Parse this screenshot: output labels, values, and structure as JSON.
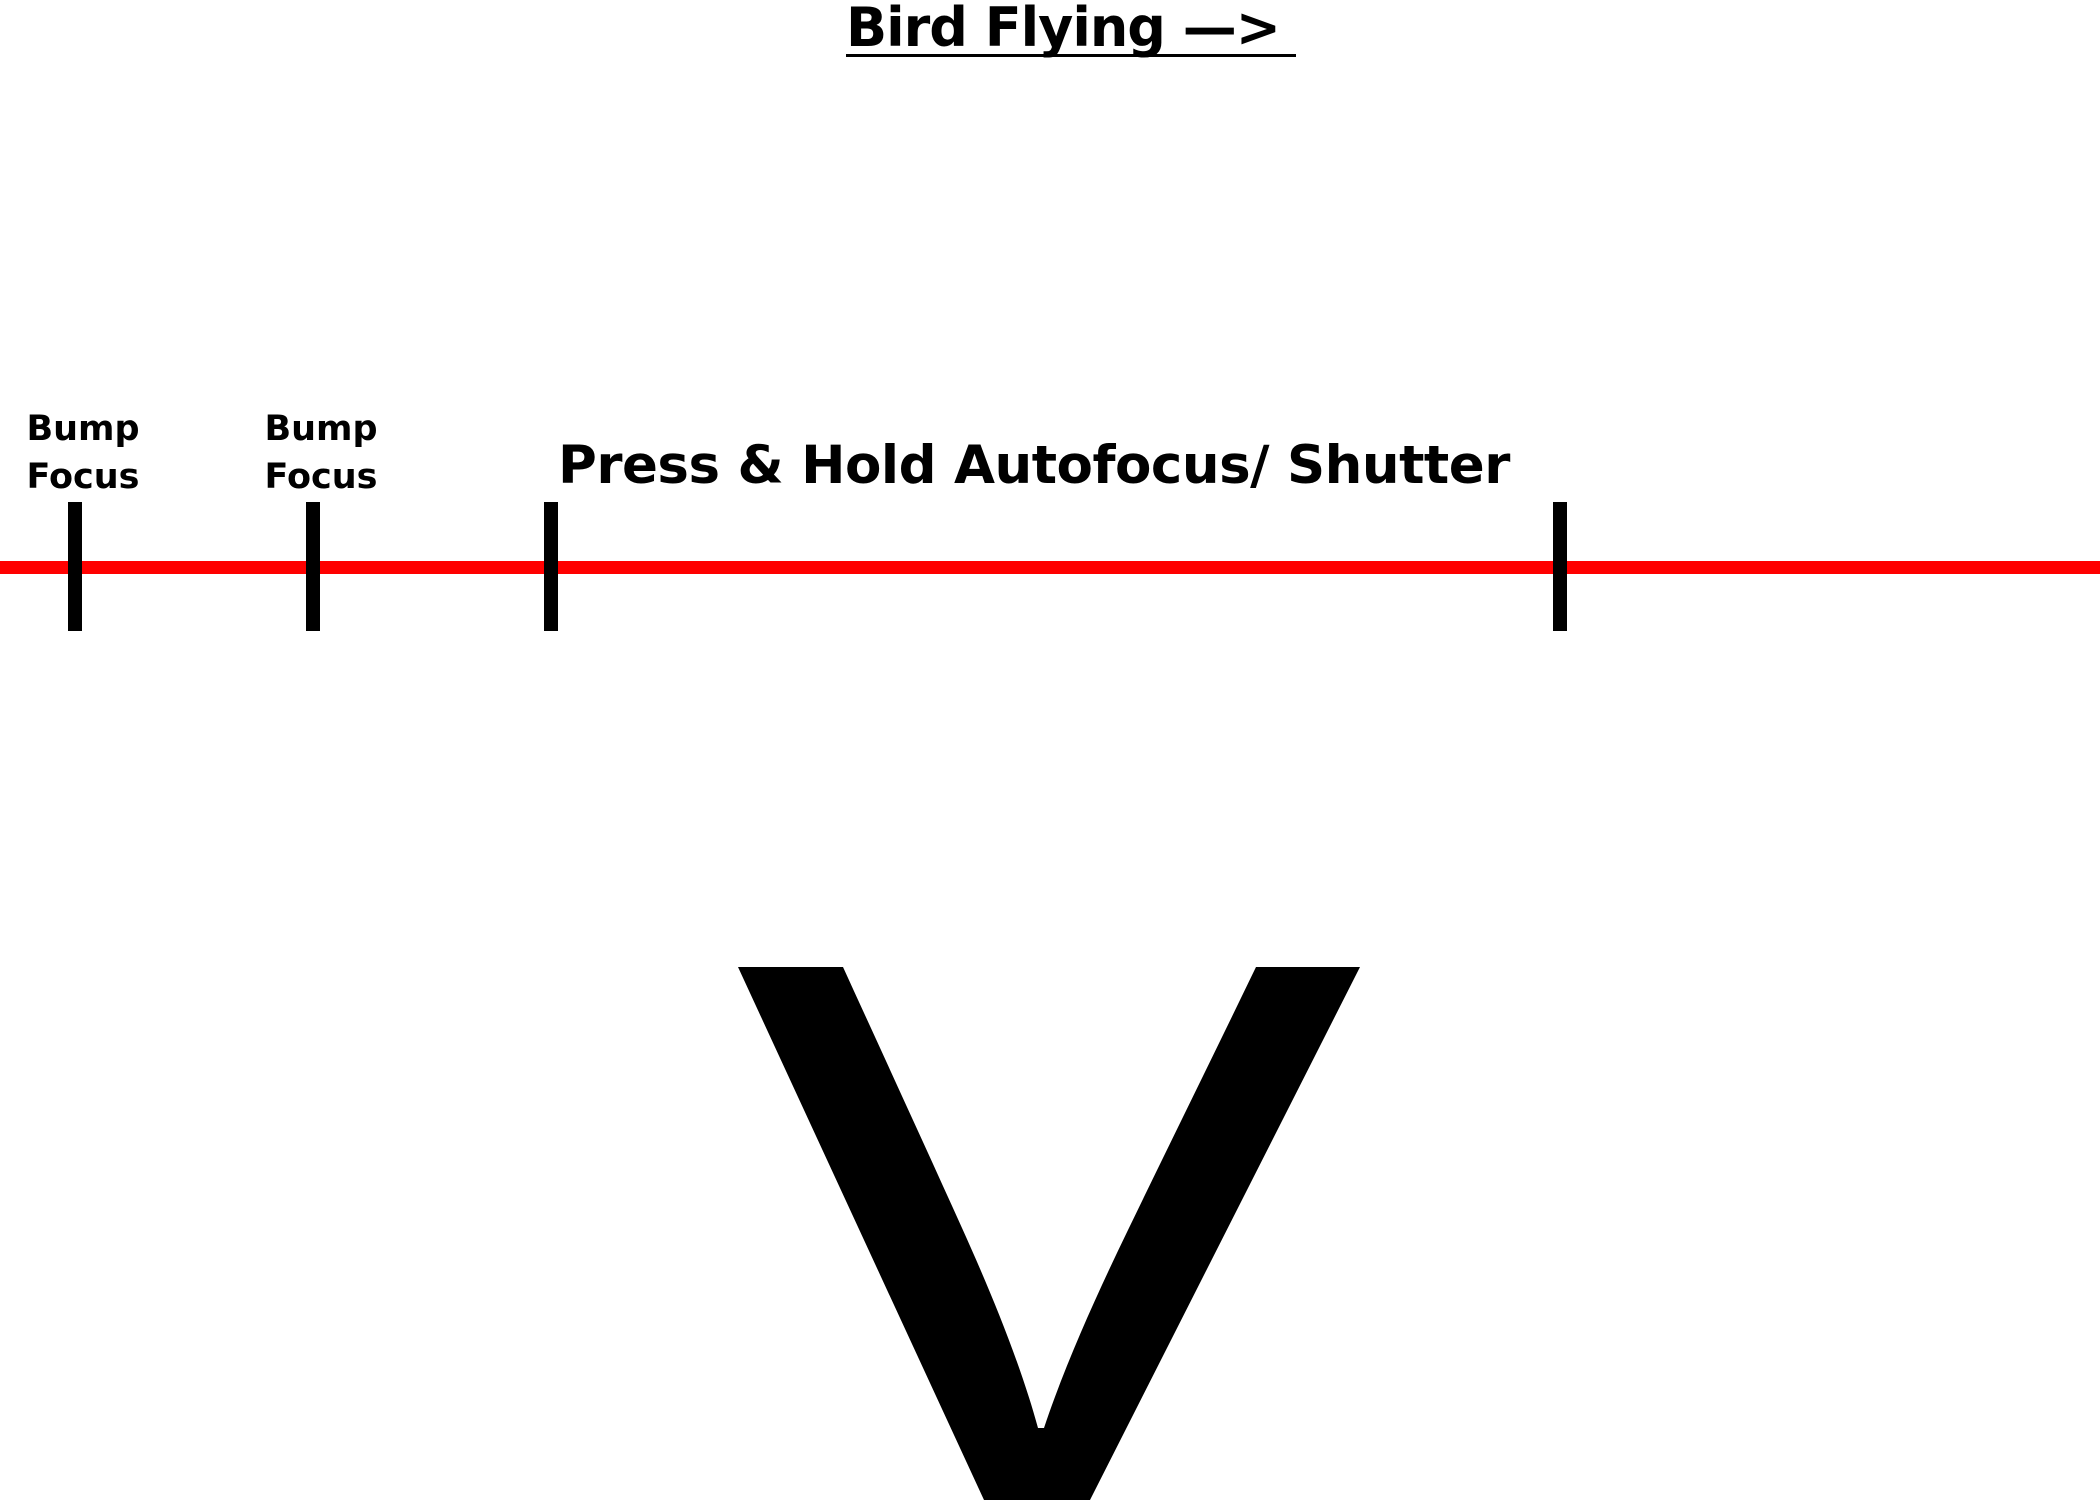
{
  "header": {
    "title": "Bird Flying —>"
  },
  "timeline": {
    "color": "#ff0000",
    "events": [
      {
        "label_line1": "Bump",
        "label_line2": "Focus"
      },
      {
        "label_line1": "Bump",
        "label_line2": "Focus"
      },
      {
        "label": "Press & Hold Autofocus/ Shutter"
      }
    ]
  },
  "icons": {
    "observer": "v-shaped-camera-icon"
  }
}
